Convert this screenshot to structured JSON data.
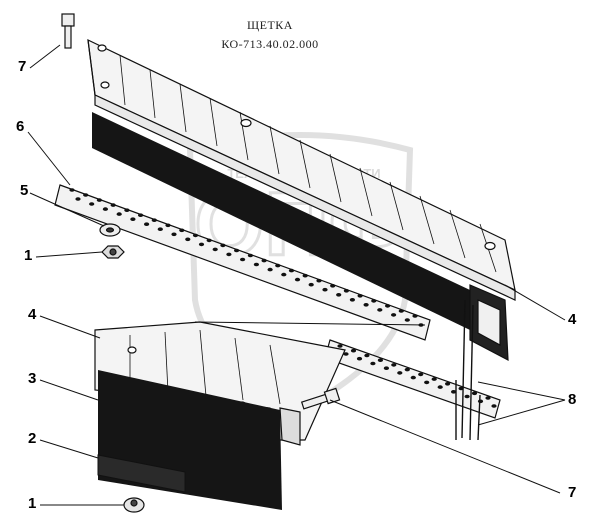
{
  "title": {
    "line1": "ЩЕТКА",
    "line2": "КО-713.40.02.000"
  },
  "watermark": {
    "text": "ТЕХНИКА",
    "text2": "ЗАПЧАСТИ",
    "letters": "ОПФ"
  },
  "callouts": [
    {
      "id": "c7-top",
      "label": "7"
    },
    {
      "id": "c6",
      "label": "6"
    },
    {
      "id": "c5",
      "label": "5"
    },
    {
      "id": "c1-top",
      "label": "1"
    },
    {
      "id": "c4-left",
      "label": "4"
    },
    {
      "id": "c3",
      "label": "3"
    },
    {
      "id": "c2",
      "label": "2"
    },
    {
      "id": "c1-bottom",
      "label": "1"
    },
    {
      "id": "c4-right",
      "label": "4"
    },
    {
      "id": "c8",
      "label": "8"
    },
    {
      "id": "c7-bottom",
      "label": "7"
    }
  ],
  "colors": {
    "line": "#111111",
    "brush": "#151515",
    "watermark": "#c8c8c8"
  }
}
